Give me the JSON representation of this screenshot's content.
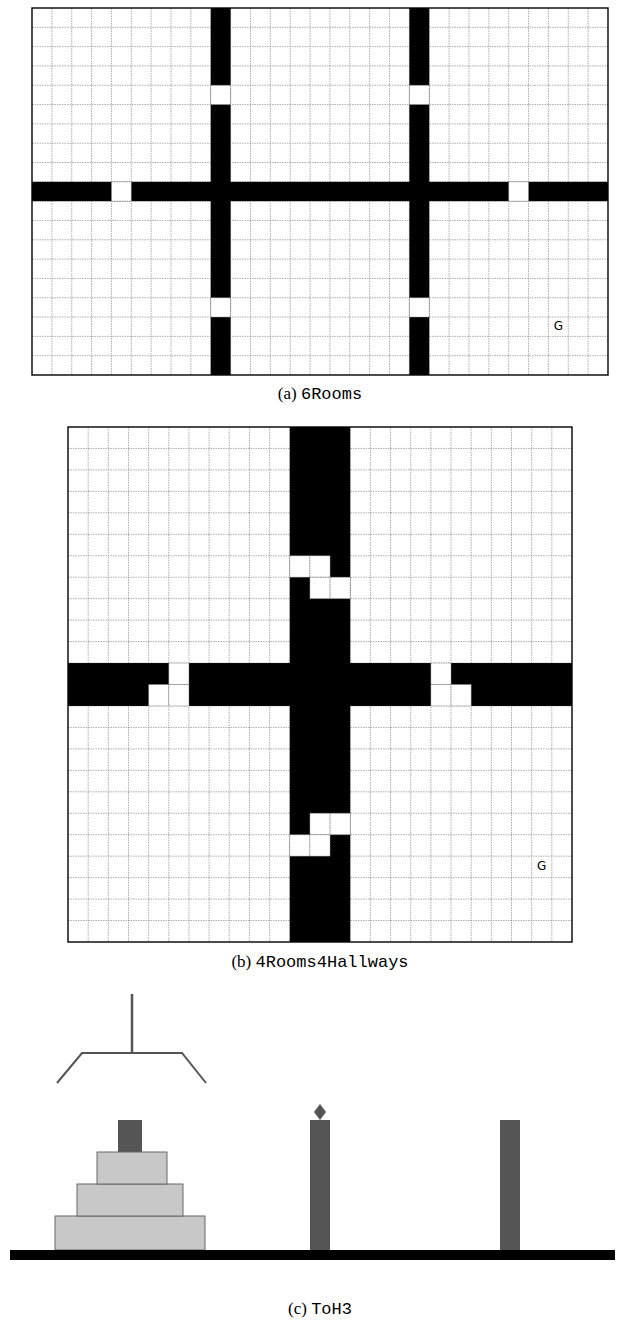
{
  "diagram": {
    "labels": [
      "G",
      "(a) 6Rooms",
      "G",
      "(b) 4Rooms4Hallways",
      "(c) ToH3"
    ]
  }
}
